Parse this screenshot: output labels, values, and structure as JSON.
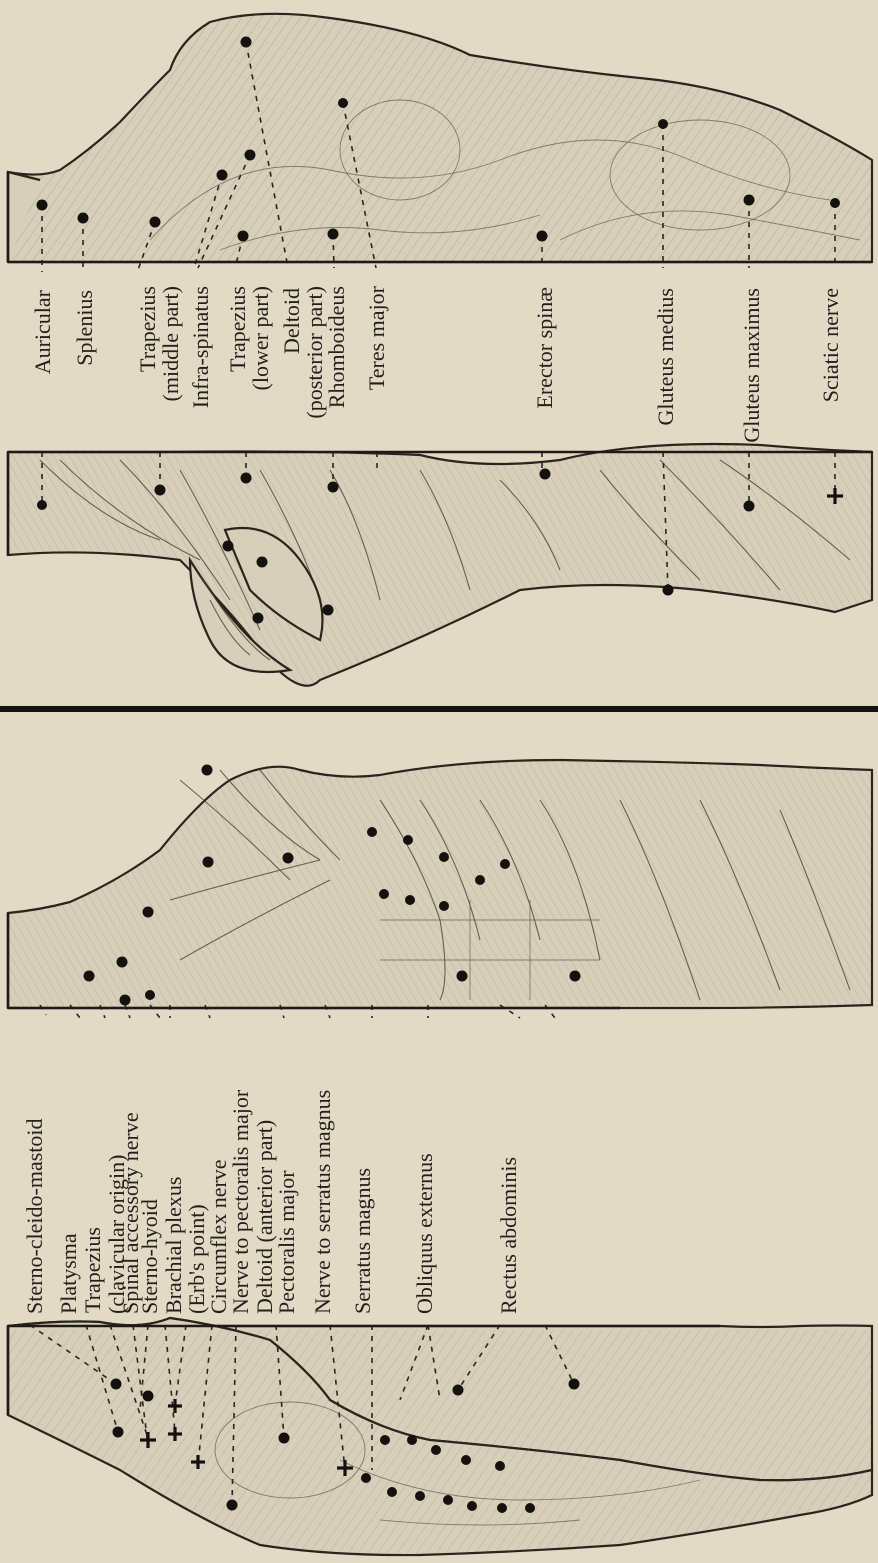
{
  "colors": {
    "paper": "#e3dac6",
    "ink": "#1f1b17"
  },
  "front_labels": [
    "Sterno-cleido-mastoid",
    "Platysma",
    "Trapezius",
    "(clavicular origin)",
    "Spinal accessory nerve",
    "Sterno-hyoid",
    "Brachial plexus",
    "(Erb's point)",
    "Circumflex nerve",
    "Nerve to pectoralis major",
    "Deltoid (anterior part)",
    "Pectoralis major",
    "Nerve to serratus magnus",
    "Serratus magnus",
    "Obliquus externus",
    "Rectus abdominis"
  ],
  "back_labels": [
    "Auricular",
    "Splenius",
    "Trapezius",
    "(middle part)",
    "Infra-spinatus",
    "Trapezius",
    "(lower part)",
    "Deltoid",
    "(posterior part)",
    "Rhomboideus",
    "Teres major",
    "Erector spinæ",
    "Gluteus medius",
    "Gluteus maximus",
    "Sciatic nerve"
  ]
}
